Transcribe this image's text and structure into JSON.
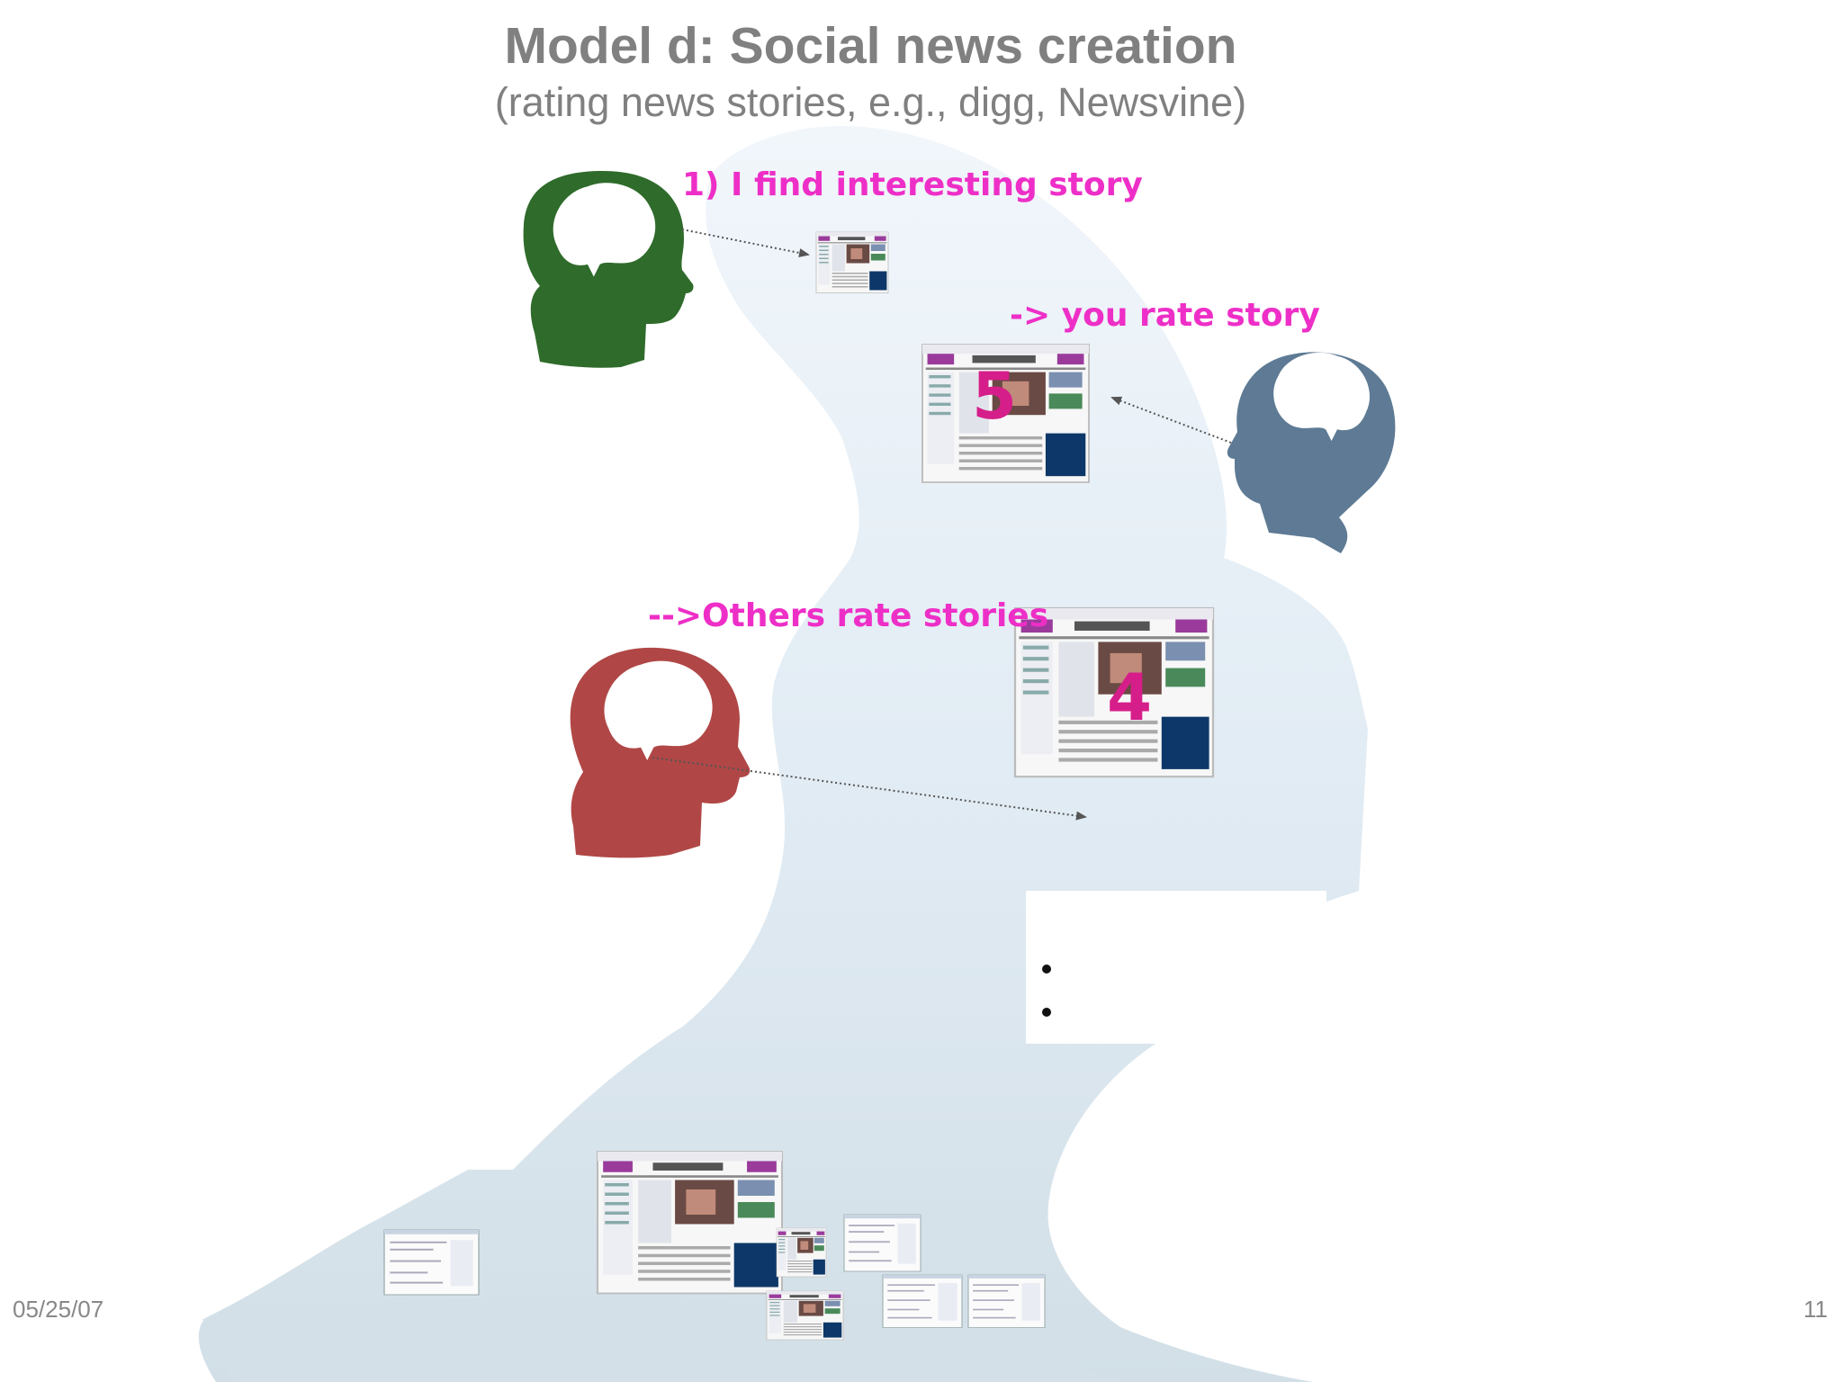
{
  "slide": {
    "title": "Model d: Social news creation",
    "subtitle": "(rating news stories, e.g., digg, Newsvine)",
    "date": "05/25/07",
    "page_number": "11"
  },
  "steps": {
    "step1": "1) I find interesting story",
    "step2": "-> you rate story",
    "step3": "-->Others rate stories"
  },
  "ratings": {
    "you_rating": "5",
    "others_rating": "4"
  },
  "heads": [
    {
      "name": "me",
      "color": "#2f6b2b"
    },
    {
      "name": "you",
      "color": "#5e7a94"
    },
    {
      "name": "others",
      "color": "#b04746"
    }
  ],
  "colors": {
    "step_text": "#ee2fc7",
    "rating_text": "#d61e8a",
    "title_text": "#808080",
    "background_shape": "#dce7ef"
  }
}
